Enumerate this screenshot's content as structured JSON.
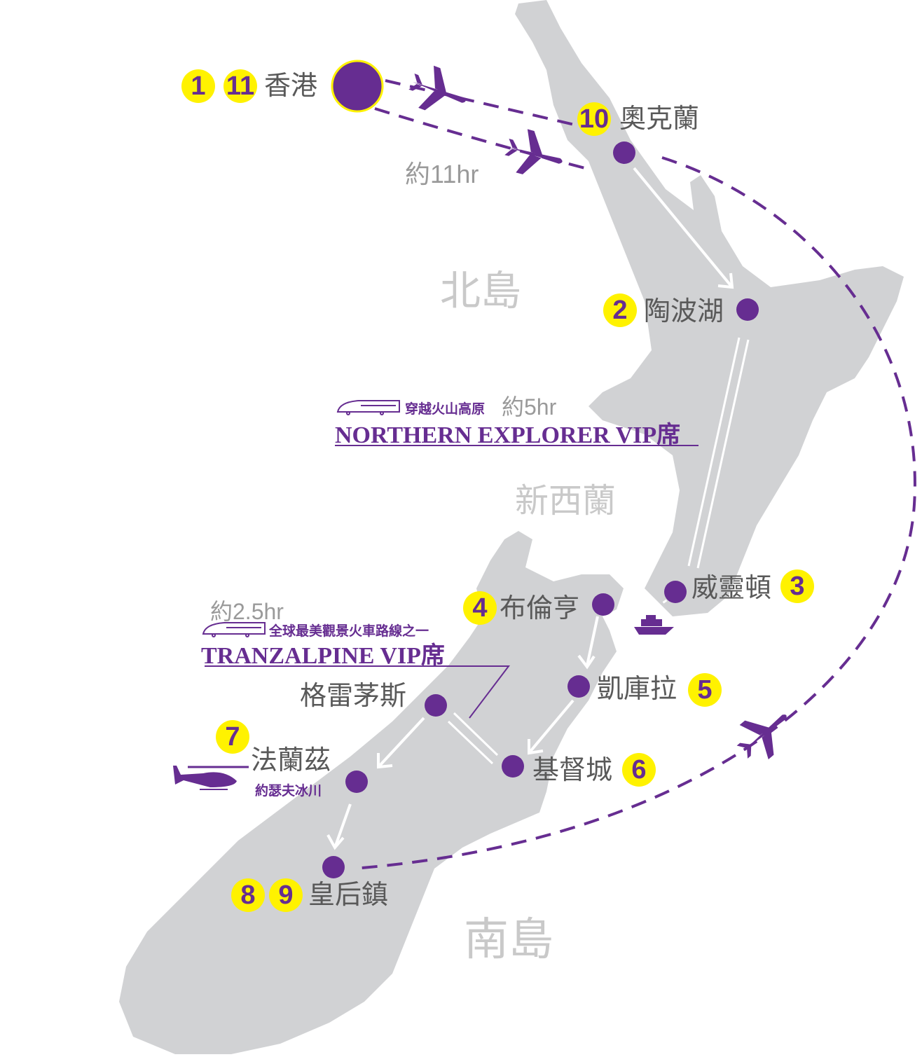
{
  "colors": {
    "purple": "#662d91",
    "yellow": "#fff200",
    "land": "#d1d2d4"
  },
  "stops": [
    {
      "nums": [
        "1",
        "11"
      ],
      "name": "香港"
    },
    {
      "nums": [
        "10"
      ],
      "name": "奧克蘭"
    },
    {
      "nums": [
        "2"
      ],
      "name": "陶波湖"
    },
    {
      "nums": [
        "3"
      ],
      "name": "威靈頓"
    },
    {
      "nums": [
        "4"
      ],
      "name": "布倫亨"
    },
    {
      "nums": [
        "5"
      ],
      "name": "凱庫拉"
    },
    {
      "nums": [
        "6"
      ],
      "name": "基督城"
    },
    {
      "nums": [],
      "name": "格雷茅斯"
    },
    {
      "nums": [
        "7"
      ],
      "name": "法蘭茲"
    },
    {
      "nums": [
        "8",
        "9"
      ],
      "name": "皇后鎮"
    }
  ],
  "islands": {
    "north": "北島",
    "country": "新西蘭",
    "south": "南島"
  },
  "flight": {
    "duration": "約11hr"
  },
  "northern_explorer": {
    "subtitle": "穿越火山高原",
    "duration": "約5hr",
    "title": "NORTHERN EXPLORER VIP席"
  },
  "tranzalpine": {
    "duration": "約2.5hr",
    "subtitle": "全球最美觀景火車路線之一",
    "title": "TRANZALPINE VIP席"
  },
  "helicopter": {
    "caption": "約瑟夫冰川"
  }
}
